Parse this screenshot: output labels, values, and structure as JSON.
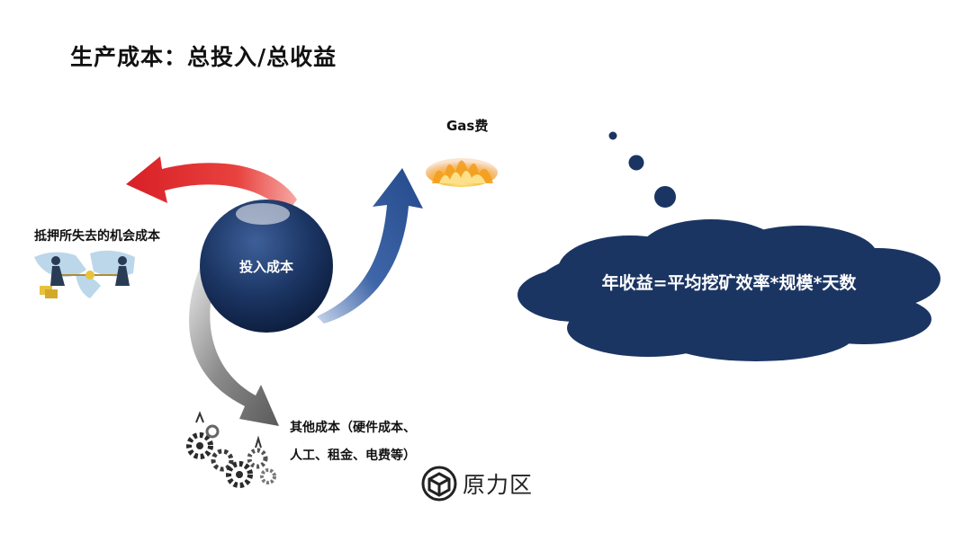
{
  "title": "生产成本：总投入/总收益",
  "center": {
    "label": "投入成本"
  },
  "gas": {
    "label": "Gas费"
  },
  "opportunity": {
    "label": "抵押所失去的机会成本"
  },
  "other": {
    "label": "其他成本（硬件成本、人工、租金、电费等）"
  },
  "cloud": {
    "text": "年收益=平均挖矿效率*规模*天数"
  },
  "logo": {
    "text": "原力区"
  },
  "colors": {
    "navy": "#1b3563",
    "red_arrow": "#e0262b",
    "blue_arrow": "#2f5697",
    "gray_arrow": "#6f6f6f"
  }
}
